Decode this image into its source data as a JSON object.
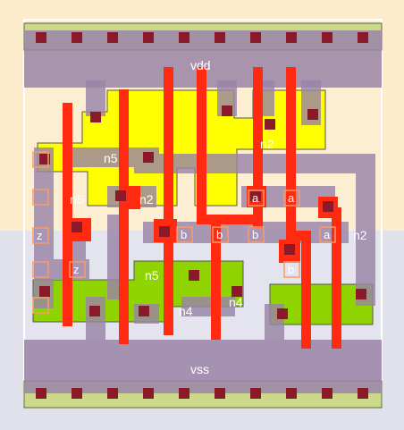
{
  "rails": {
    "power": "vdd",
    "ground": "vss"
  },
  "nets": {
    "n5_top": "n5",
    "n5_left": "n5",
    "n5_bottom": "n5",
    "n2_top": "n2",
    "n2_mid": "n2",
    "n2_right": "n2",
    "n4_bottom": "n4",
    "n4_right": "n4"
  },
  "pins": {
    "z_left": "z",
    "z_bottom": "z",
    "a_1": "a",
    "a_2": "a",
    "a_3": "a",
    "b_1": "b",
    "b_2": "b",
    "b_3": "b",
    "b_4": "b"
  },
  "colors": {
    "nwell": "#fdeccb",
    "pwell": "#e1e1ec",
    "metal1": "#9a84a8",
    "pdiff": "#ffff00",
    "ndiff": "#8fd400",
    "poly": "#ff2a10",
    "contact": "#8a1a2a",
    "rail_stripe": "#cdd98a",
    "pin_box": "#ff9a66"
  }
}
